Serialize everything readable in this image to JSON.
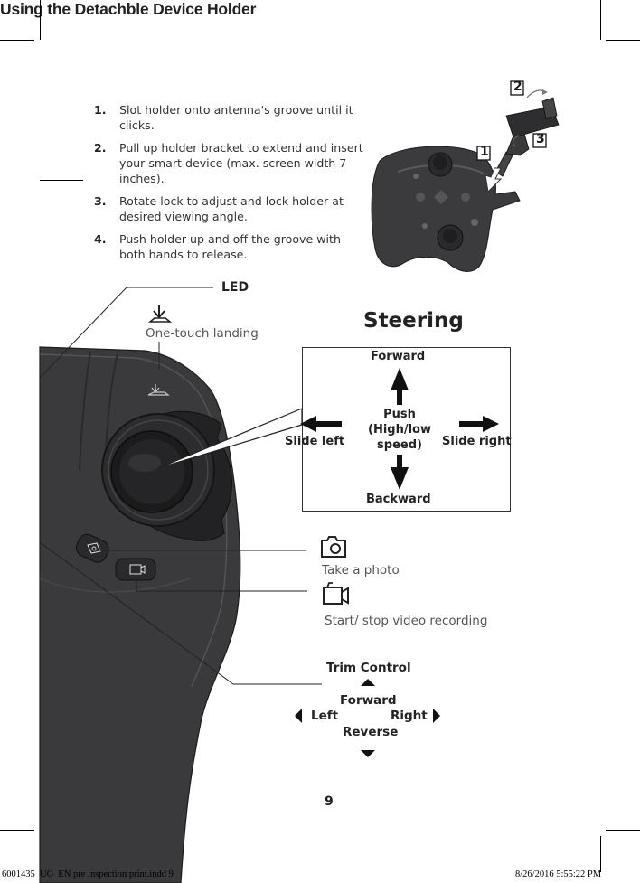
{
  "holder_section": {
    "title": "Using the Detachble Device Holder",
    "steps": [
      {
        "num": "1.",
        "text": "Slot holder onto antenna's groove until it clicks."
      },
      {
        "num": "2.",
        "text": "Pull up holder bracket to extend and insert your smart device (max. screen width 7 inches)."
      },
      {
        "num": "3.",
        "text": "Rotate lock to adjust and lock holder at desired viewing angle."
      },
      {
        "num": "4.",
        "text": "Push holder up and off the groove with both hands to release."
      }
    ],
    "callouts": [
      "1",
      "2",
      "3"
    ]
  },
  "controls": {
    "led_label": "LED",
    "landing_label": "One-touch landing",
    "photo_label": "Take a photo",
    "video_label": "Start/ stop video recording"
  },
  "steering": {
    "title": "Steering",
    "forward": "Forward",
    "backward": "Backward",
    "left": "Slide left",
    "right": "Slide right",
    "push_line1": "Push",
    "push_line2": "(High/low",
    "push_line3": "speed)"
  },
  "trim": {
    "title": "Trim Control",
    "forward": "Forward",
    "reverse": "Reverse",
    "left": "Left",
    "right": "Right"
  },
  "page_number": "9",
  "footer": {
    "left": "6001435_UG_EN pre inspection print.indd   9",
    "right": "8/26/2016   5:55:22 PM"
  },
  "colors": {
    "controller_body": "#3a3a3c",
    "controller_dark": "#222224",
    "text": "#222222"
  }
}
